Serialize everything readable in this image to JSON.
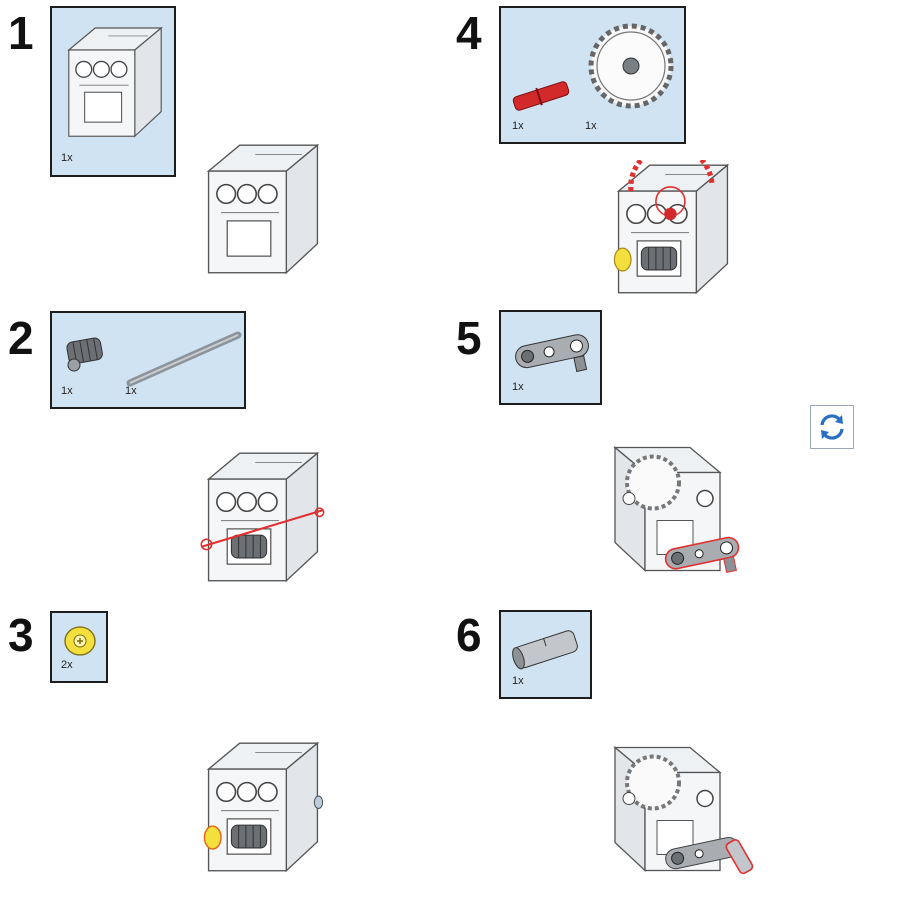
{
  "steps": [
    {
      "number": "1",
      "parts": [
        {
          "qty": "1x",
          "icon": "gearbox-frame-icon"
        }
      ]
    },
    {
      "number": "2",
      "parts": [
        {
          "qty": "1x",
          "icon": "worm-gear-icon"
        },
        {
          "qty": "1x",
          "icon": "axle-icon"
        }
      ]
    },
    {
      "number": "3",
      "parts": [
        {
          "qty": "2x",
          "icon": "bush-icon"
        }
      ]
    },
    {
      "number": "4",
      "parts": [
        {
          "qty": "1x",
          "icon": "axle-pin-icon"
        },
        {
          "qty": "1x",
          "icon": "gear-24-tooth-icon"
        }
      ]
    },
    {
      "number": "5",
      "parts": [
        {
          "qty": "1x",
          "icon": "crank-lever-icon"
        }
      ]
    },
    {
      "number": "6",
      "parts": [
        {
          "qty": "1x",
          "icon": "pin-connector-icon"
        }
      ]
    }
  ],
  "colors": {
    "parts_panel_bg": "#cfe3f3",
    "new_part_highlight": "#e03030",
    "bush_yellow": "#f4e03c",
    "rotate_icon": "#2a6fc0"
  },
  "icons": {
    "rotate": "rotate-model-icon"
  }
}
